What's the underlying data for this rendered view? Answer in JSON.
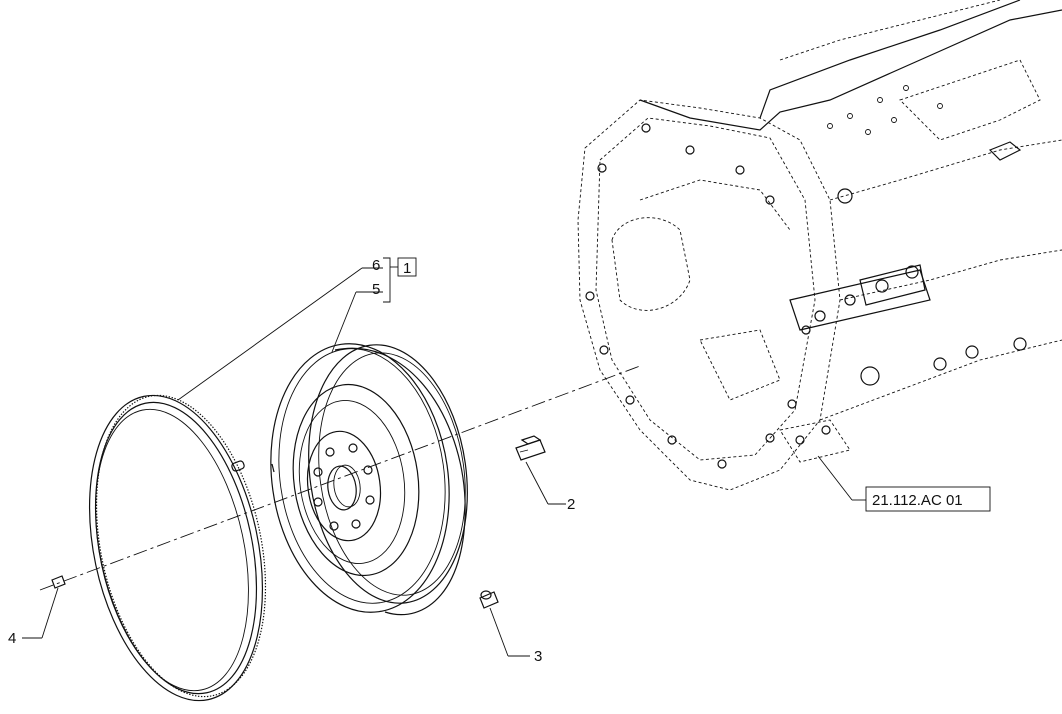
{
  "callouts": {
    "item_6": "6",
    "item_5": "5",
    "item_1": "1",
    "item_2": "2",
    "item_3": "3",
    "item_4": "4"
  },
  "reference": {
    "label": "21.112.AC 01"
  },
  "colors": {
    "line": "#111111",
    "background": "#ffffff"
  }
}
